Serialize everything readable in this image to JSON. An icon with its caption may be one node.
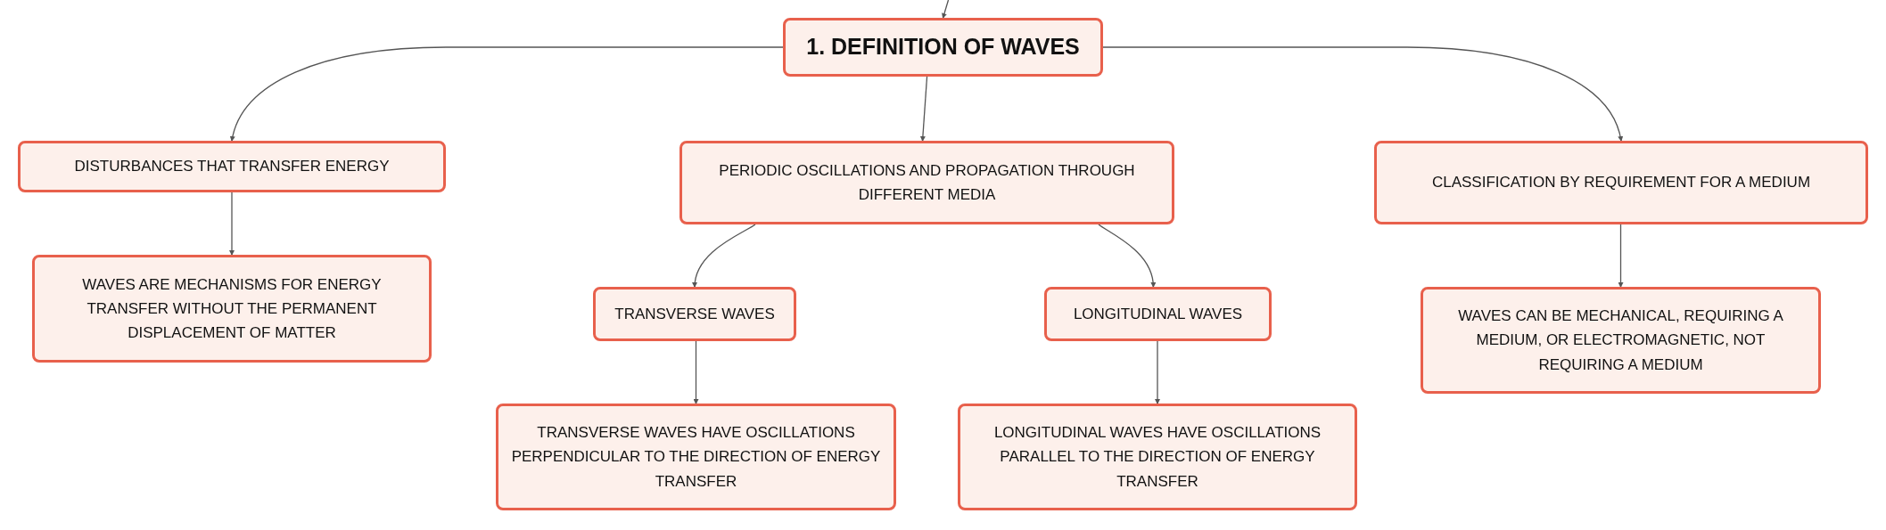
{
  "diagram": {
    "nodes": [
      {
        "text": [
          "1. DEFINITION OF WAVES"
        ]
      },
      {
        "text": [
          "DISTURBANCES THAT TRANSFER ENERGY"
        ]
      },
      {
        "text": [
          "WAVES ARE MECHANISMS FOR ENERGY TRANSFER WITHOUT THE PERMANENT DISPLACEMENT OF MATTER"
        ]
      },
      {
        "text": [
          "PERIODIC OSCILLATIONS AND PROPAGATION THROUGH DIFFERENT MEDIA"
        ]
      },
      {
        "text": [
          "TRANSVERSE WAVES"
        ]
      },
      {
        "text": [
          "TRANSVERSE WAVES HAVE OSCILLATIONS PERPENDICULAR TO THE DIRECTION OF ENERGY TRANSFER"
        ]
      },
      {
        "text": [
          "LONGITUDINAL WAVES"
        ]
      },
      {
        "text": [
          "LONGITUDINAL WAVES HAVE OSCILLATIONS PARALLEL TO THE DIRECTION OF ENERGY TRANSFER"
        ]
      },
      {
        "text": [
          "CLASSIFICATION BY REQUIREMENT FOR A MEDIUM"
        ]
      },
      {
        "text": [
          "WAVES CAN BE MECHANICAL, REQUIRING A MEDIUM, OR ELECTROMAGNETIC, NOT REQUIRING A MEDIUM"
        ]
      }
    ],
    "edges": [
      {
        "from": null,
        "to": 0,
        "arrow": "to"
      },
      {
        "from": 0,
        "to": 1,
        "arrow": "to"
      },
      {
        "from": 0,
        "to": 3,
        "arrow": "to"
      },
      {
        "from": 0,
        "to": 8,
        "arrow": "to"
      },
      {
        "from": 1,
        "to": 2,
        "arrow": "to"
      },
      {
        "from": 3,
        "to": 4,
        "arrow": "to"
      },
      {
        "from": 3,
        "to": 6,
        "arrow": "to"
      },
      {
        "from": 4,
        "to": 5,
        "arrow": "to"
      },
      {
        "from": 6,
        "to": 7,
        "arrow": "to"
      },
      {
        "from": 8,
        "to": 9,
        "arrow": "to"
      }
    ]
  }
}
